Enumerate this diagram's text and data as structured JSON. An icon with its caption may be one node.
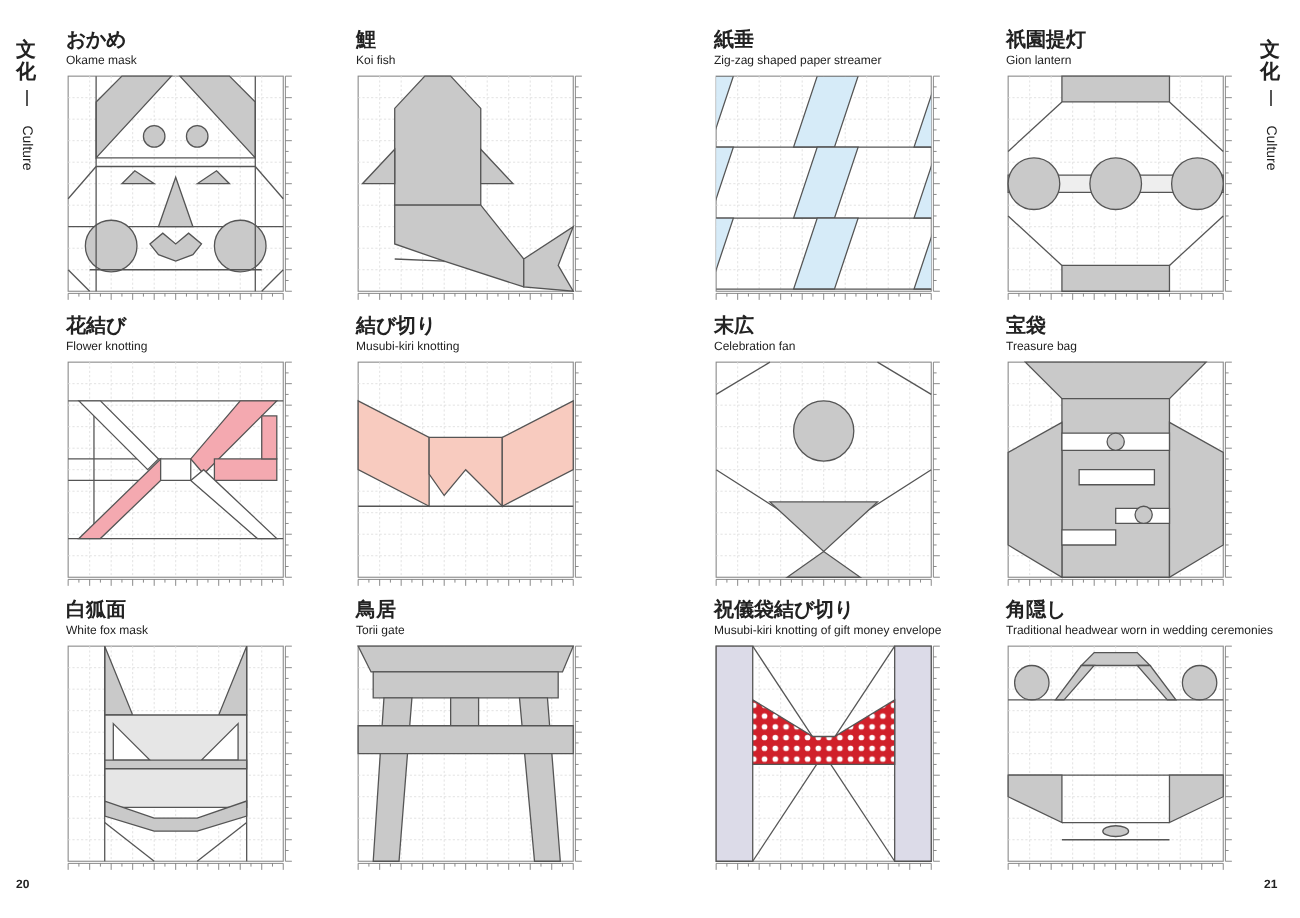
{
  "diagram": {
    "nodes": [
      {
        "text": [
          "おかめ",
          "Okame mask"
        ]
      },
      {
        "text": [
          "鯉",
          "Koi fish"
        ]
      },
      {
        "text": [
          "紙垂",
          "Zig-zag shaped paper streamer"
        ]
      },
      {
        "text": [
          "祇園提灯",
          "Gion lantern"
        ]
      },
      {
        "text": [
          "花結び",
          "Flower knotting"
        ]
      },
      {
        "text": [
          "結び切り",
          "Musubi-kiri knotting"
        ]
      },
      {
        "text": [
          "末広",
          "Celebration fan"
        ]
      },
      {
        "text": [
          "宝袋",
          "Treasure bag"
        ]
      },
      {
        "text": [
          "白狐面",
          "White fox mask"
        ]
      },
      {
        "text": [
          "鳥居",
          "Torii gate"
        ]
      },
      {
        "text": [
          "祝儀袋結び切り",
          "Musubi-kiri knotting of gift money envelope"
        ]
      },
      {
        "text": [
          "角隠し",
          "Traditional headwear worn in wedding ceremonies"
        ]
      }
    ],
    "labels": [
      "文化",
      "Culture",
      "文化",
      "Culture",
      "20",
      "21"
    ]
  }
}
